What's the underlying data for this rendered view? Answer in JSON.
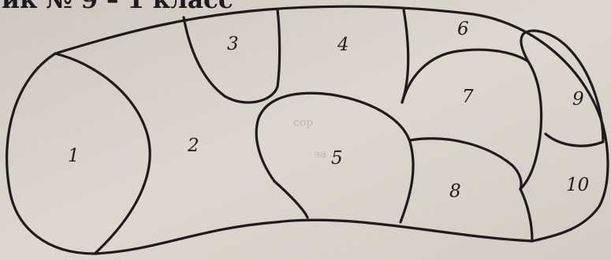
{
  "header": {
    "text": "ик № 9 – 1 класс"
  },
  "faint_text": {
    "line1": "сор",
    "line2": "за"
  },
  "regions": [
    {
      "label": "1"
    },
    {
      "label": "2"
    },
    {
      "label": "3"
    },
    {
      "label": "4"
    },
    {
      "label": "5"
    },
    {
      "label": "6"
    },
    {
      "label": "7"
    },
    {
      "label": "8"
    },
    {
      "label": "9"
    },
    {
      "label": "10"
    }
  ]
}
